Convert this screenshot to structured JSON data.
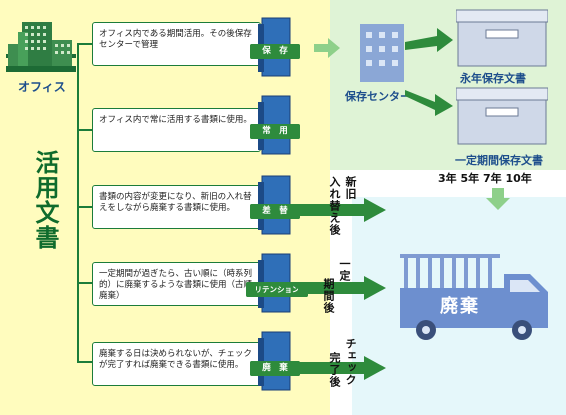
{
  "title_vertical": "活用文書",
  "office_label": "オフィス",
  "rows": [
    {
      "desc": "オフィス内である期間活用。その後保存センターで管理",
      "tag": "保　存"
    },
    {
      "desc": "オフィス内で常に活用する書類に使用。",
      "tag": "常　用"
    },
    {
      "desc": "書類の内容が変更になり、新旧の入れ替えをしながら廃棄する書類に使用。",
      "tag": "差　替"
    },
    {
      "desc": "一定期間が過ぎたら、古い順に（時系列的）に廃棄するような書類に使用（古順廃棄）",
      "tag": "リテンション"
    },
    {
      "desc": "廃棄する日は決められないが、チェックが完了すれば廃棄できる書類に使用。",
      "tag": "廃　棄"
    }
  ],
  "center": {
    "storage_center": "保存センター",
    "permanent": "永年保存文書",
    "fixed_term": "一定期間保存文書",
    "years": "3年 5年 7年 10年"
  },
  "arrows": {
    "replace": [
      "新旧",
      "入れ替え後"
    ],
    "period": [
      "一定",
      "期間後"
    ],
    "check": [
      "チェック",
      "完了後"
    ]
  },
  "truck_label": "廃棄"
}
